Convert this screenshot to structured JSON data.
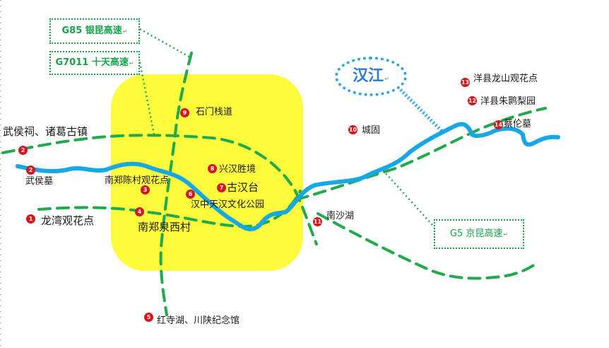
{
  "title": "",
  "river": {
    "name": "汉江"
  },
  "highways": [
    {
      "id": "g85",
      "label": "G85 银昆高速"
    },
    {
      "id": "g7011",
      "label": "G7011 十天高速"
    },
    {
      "id": "g5",
      "label": "G5 京昆高速"
    }
  ],
  "return_glyph": "↵",
  "sites": [
    {
      "num": "1",
      "name": "龙湾观花点"
    },
    {
      "num": "2",
      "name": "武侯墓"
    },
    {
      "num": "2",
      "name": "武侯祠、诸葛古镇"
    },
    {
      "num": "3",
      "name": "南郑陈村观花点"
    },
    {
      "num": "4",
      "name": "南郑泉西村"
    },
    {
      "num": "5",
      "name": "红寺湖、川陕纪念馆"
    },
    {
      "num": "6",
      "name": "汉中天汉文化公园"
    },
    {
      "num": "7",
      "name": "古汉台"
    },
    {
      "num": "8",
      "name": "兴汉胜境"
    },
    {
      "num": "9",
      "name": "石门栈道"
    },
    {
      "num": "10",
      "name": "城固"
    },
    {
      "num": "11",
      "name": "南沙湖"
    },
    {
      "num": "12",
      "name": "洋县朱鹮梨园"
    },
    {
      "num": "13",
      "name": "洋县龙山观花点"
    },
    {
      "num": "14",
      "name": "蔡伦墓"
    }
  ],
  "colors": {
    "urban_area": "#fdfb3c",
    "river": "#16a7e6",
    "highway": "#21a94d",
    "marker": "#d8151b"
  }
}
